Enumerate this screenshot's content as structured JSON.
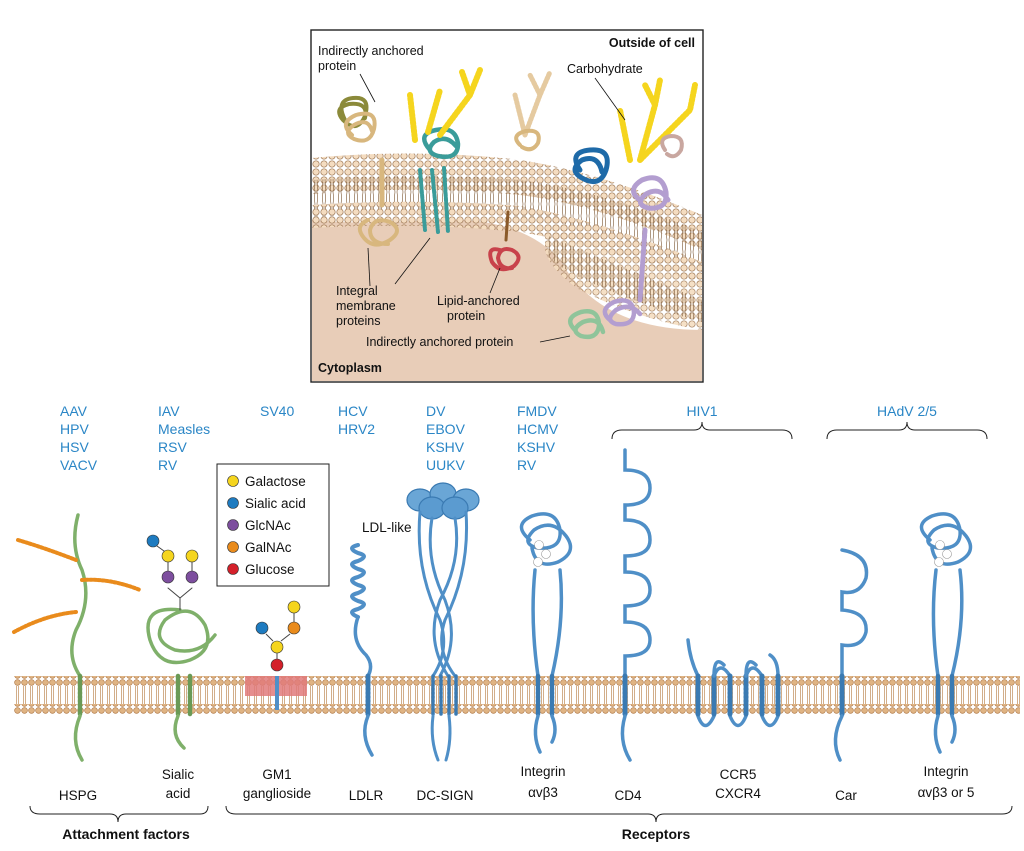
{
  "inset": {
    "outside_label": "Outside of cell",
    "cytoplasm_label": "Cytoplasm",
    "indirect_top": [
      "Indirectly anchored",
      "protein"
    ],
    "carbohydrate": "Carbohydrate",
    "integral": [
      "Integral",
      "membrane",
      "proteins"
    ],
    "lipid": [
      "Lipid-anchored",
      "protein"
    ],
    "indirect_bottom": "Indirectly anchored protein"
  },
  "viruses": {
    "hspg": [
      "AAV",
      "HPV",
      "HSV",
      "VACV"
    ],
    "sialic": [
      "IAV",
      "Measles",
      "RSV",
      "RV"
    ],
    "gm1": [
      "SV40"
    ],
    "ldlr": [
      "HCV",
      "HRV2"
    ],
    "dcsign": [
      "DV",
      "EBOV",
      "KSHV",
      "UUKV"
    ],
    "integrin": [
      "FMDV",
      "HCMV",
      "KSHV",
      "RV"
    ],
    "hiv": "HIV1",
    "hadv": "HAdV 2/5"
  },
  "legend": [
    {
      "label": "Galactose",
      "color": "#f5d51e"
    },
    {
      "label": "Sialic acid",
      "color": "#1e7bc0"
    },
    {
      "label": "GlcNAc",
      "color": "#7d4e9e"
    },
    {
      "label": "GalNAc",
      "color": "#e98b1c"
    },
    {
      "label": "Glucose",
      "color": "#d4202a"
    }
  ],
  "ldl_like": "LDL-like",
  "labels": {
    "hspg": "HSPG",
    "sialic": [
      "Sialic",
      "acid"
    ],
    "gm1": [
      "GM1",
      "ganglioside"
    ],
    "ldlr": "LDLR",
    "dcsign": "DC-SIGN",
    "integrin1": [
      "Integrin",
      "αvβ3"
    ],
    "cd4": "CD4",
    "ccr5": [
      "CCR5",
      "CXCR4"
    ],
    "car": "Car",
    "integrin2": [
      "Integrin",
      "αvβ3 or 5"
    ]
  },
  "groups": {
    "attachment": "Attachment factors",
    "receptors": "Receptors"
  },
  "colors": {
    "receptor_blue": "#4f8fc7",
    "attachment_green": "#7fb06a",
    "membrane_head": "#d8aa78",
    "virus_text": "#2a86c6"
  }
}
